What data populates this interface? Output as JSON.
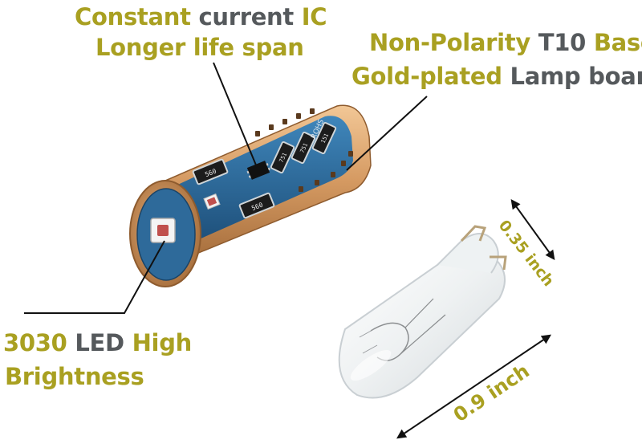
{
  "labels": {
    "ic": {
      "line1": [
        "Constant",
        "current",
        "IC"
      ],
      "line2": "Longer life span"
    },
    "base": {
      "line1": [
        "Non-Polarity",
        "T10",
        "Base"
      ],
      "line2": [
        "Gold-plated",
        "Lamp board"
      ]
    },
    "led": {
      "line1": [
        "3030",
        "LED",
        "High"
      ],
      "line2": "Brightness"
    }
  },
  "dimensions": {
    "width": "0.35 inch",
    "length": "0.9 inch"
  },
  "resistor_marks": [
    "560",
    "560",
    "751",
    "751",
    "151"
  ],
  "pcb_text": "ROHS",
  "colors": {
    "label_gold": "#a9a021",
    "label_grey": "#55595c",
    "pcb_blue": "#2e6a9a",
    "copper": "#d9a06a"
  }
}
